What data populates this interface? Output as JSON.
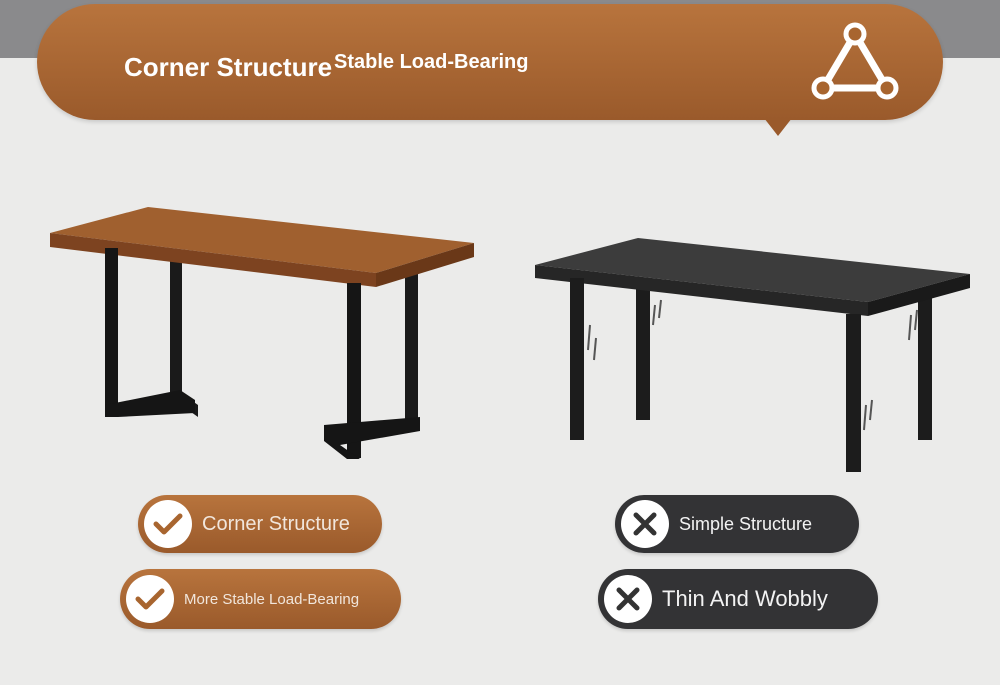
{
  "banner": {
    "title": "Corner Structure",
    "subtitle": "Stable Load-Bearing",
    "icon": "triangle-structure-icon",
    "color": "#a8652f"
  },
  "left_product": {
    "top_color": "#9c5a2c",
    "leg_color": "#1a1a1a"
  },
  "right_product": {
    "top_color": "#3c3c3c",
    "leg_color": "#1c1c1c"
  },
  "features": {
    "good": [
      {
        "label": "Corner Structure",
        "icon": "check-icon"
      },
      {
        "label": "More Stable Load-Bearing",
        "icon": "check-icon"
      }
    ],
    "bad": [
      {
        "label": "Simple Structure",
        "icon": "x-icon"
      },
      {
        "label": "Thin And Wobbly",
        "icon": "x-icon"
      }
    ]
  }
}
